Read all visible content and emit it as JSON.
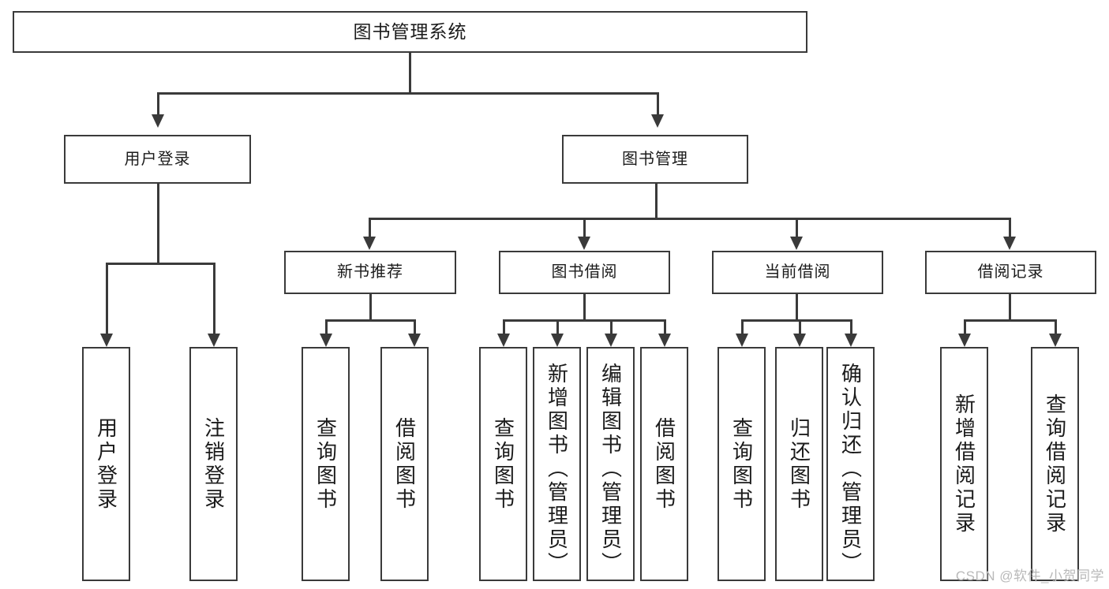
{
  "diagram": {
    "title": "图书管理系统",
    "type": "functional-decomposition-tree",
    "root": {
      "label": "图书管理系统"
    },
    "level1": [
      {
        "label": "用户登录"
      },
      {
        "label": "图书管理"
      }
    ],
    "level2": [
      {
        "label": "新书推荐"
      },
      {
        "label": "图书借阅"
      },
      {
        "label": "当前借阅"
      },
      {
        "label": "借阅记录"
      }
    ],
    "leaves": {
      "user_login": [
        {
          "label": "用户登录"
        },
        {
          "label": "注销登录"
        }
      ],
      "new_book_recommend": [
        {
          "label": "查询图书"
        },
        {
          "label": "借阅图书"
        }
      ],
      "book_borrow": [
        {
          "label": "查询图书"
        },
        {
          "label": "新增图书（管理员）"
        },
        {
          "label": "编辑图书（管理员）"
        },
        {
          "label": "借阅图书"
        }
      ],
      "current_borrow": [
        {
          "label": "查询图书"
        },
        {
          "label": "归还图书"
        },
        {
          "label": "确认归还（管理员）"
        }
      ],
      "borrow_record": [
        {
          "label": "新增借阅记录"
        },
        {
          "label": "查询借阅记录"
        }
      ]
    }
  },
  "watermark": {
    "text": "CSDN @软件_小贺同学"
  },
  "colors": {
    "stroke": "#3a3a3a",
    "fill": "#ffffff",
    "text": "#1b1b1b",
    "watermark": "#b9b9b9"
  }
}
